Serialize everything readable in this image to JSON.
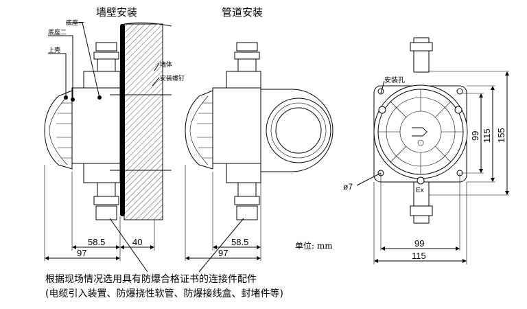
{
  "titles": {
    "wall": "墙壁安装",
    "pipe": "管道安装"
  },
  "labels": {
    "base1": "底座一",
    "base2": "底座二",
    "upper_shell": "上壳",
    "wall_body": "墙体",
    "mount_screw": "安装螺钉",
    "mount_hole": "安装孔",
    "hole_dia": "ø7",
    "ex_mark": "Ex",
    "unit": "单位: mm"
  },
  "dimensions": {
    "wall_depth": "58.5",
    "wall_gap": "40",
    "wall_total": "97",
    "pipe_depth": "58.5",
    "pipe_total": "97",
    "front_hole_v": "99",
    "front_body_v": "115",
    "front_total_v": "155",
    "front_hole_h": "99",
    "front_body_h": "115"
  },
  "notes": {
    "line1": "根据现场情况选用具有防爆合格证书的连接件配件",
    "line2": "(电缆引入装置、防爆挠性软管、防爆接线盒、封堵件等)"
  }
}
